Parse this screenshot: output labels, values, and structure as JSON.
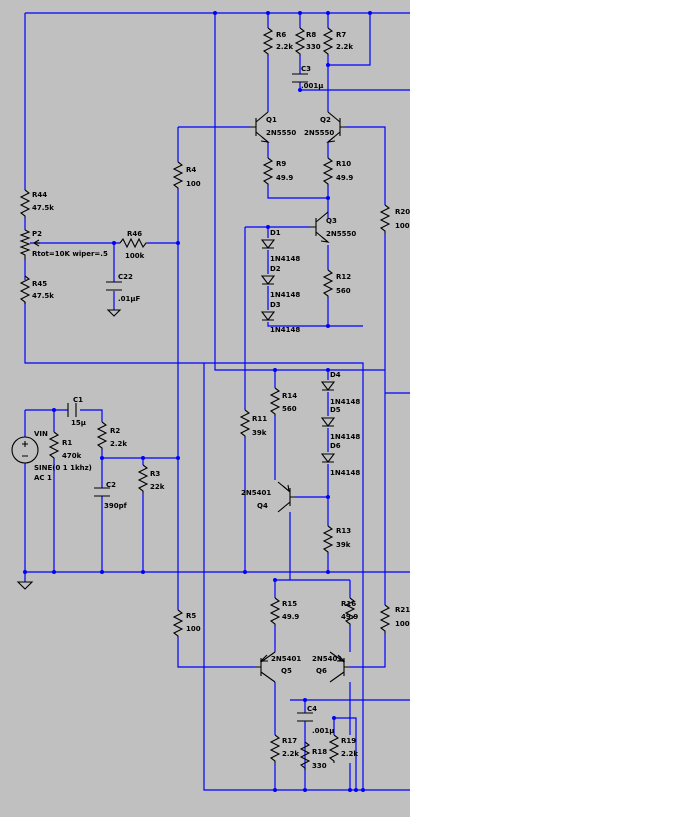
{
  "colors": {
    "background": "#c0c0c0",
    "white_margin": "#ffffff",
    "wire": "#0000ff",
    "component": "#000000",
    "label": "#000000"
  },
  "components": {
    "R6": {
      "name": "R6",
      "value": "2.2k"
    },
    "R8": {
      "name": "R8",
      "value": "330"
    },
    "R7": {
      "name": "R7",
      "value": "2.2k"
    },
    "C3": {
      "name": "C3",
      "value": ".001µ"
    },
    "Q1": {
      "name": "Q1",
      "value": "2N5550"
    },
    "Q2": {
      "name": "Q2",
      "value": "2N5550"
    },
    "R9": {
      "name": "R9",
      "value": "49.9"
    },
    "R10": {
      "name": "R10",
      "value": "49.9"
    },
    "R4": {
      "name": "R4",
      "value": "100"
    },
    "R44": {
      "name": "R44",
      "value": "47.5k"
    },
    "P2": {
      "name": "P2",
      "value": "Rtot=10K wiper=.5"
    },
    "R46": {
      "name": "R46",
      "value": "100k"
    },
    "R45": {
      "name": "R45",
      "value": "47.5k"
    },
    "C22": {
      "name": "C22",
      "value": ".01µF"
    },
    "Q3": {
      "name": "Q3",
      "value": "2N5550"
    },
    "D1": {
      "name": "D1",
      "value": "1N4148"
    },
    "D2": {
      "name": "D2",
      "value": "1N4148"
    },
    "D3": {
      "name": "D3",
      "value": "1N4148"
    },
    "R12": {
      "name": "R12",
      "value": "560"
    },
    "R20": {
      "name": "R20",
      "value": "100"
    },
    "D4": {
      "name": "D4",
      "value": "1N4148"
    },
    "D5": {
      "name": "D5",
      "value": "1N4148"
    },
    "D6": {
      "name": "D6",
      "value": "1N4148"
    },
    "R14": {
      "name": "R14",
      "value": "560"
    },
    "R11": {
      "name": "R11",
      "value": "39k"
    },
    "Q4": {
      "name": "Q4",
      "value": "2N5401"
    },
    "R13": {
      "name": "R13",
      "value": "39k"
    },
    "C1": {
      "name": "C1",
      "value": "15µ"
    },
    "R2": {
      "name": "R2",
      "value": "2.2k"
    },
    "VIN": {
      "name": "VIN",
      "value": "SINE(0 1 1khz)",
      "extra": "AC 1"
    },
    "R1": {
      "name": "R1",
      "value": "470k"
    },
    "R3": {
      "name": "R3",
      "value": "22k"
    },
    "C2": {
      "name": "C2",
      "value": "390pf"
    },
    "R15": {
      "name": "R15",
      "value": "49.9"
    },
    "R16": {
      "name": "R16",
      "value": "49.9"
    },
    "R21": {
      "name": "R21",
      "value": "100"
    },
    "R5": {
      "name": "R5",
      "value": "100"
    },
    "Q5": {
      "name": "Q5",
      "value": "2N5401"
    },
    "Q6": {
      "name": "Q6",
      "value": "2N5401"
    },
    "C4": {
      "name": "C4",
      "value": ".001µ"
    },
    "R17": {
      "name": "R17",
      "value": "2.2k"
    },
    "R18": {
      "name": "R18",
      "value": "330"
    },
    "R19": {
      "name": "R19",
      "value": "2.2k"
    }
  }
}
